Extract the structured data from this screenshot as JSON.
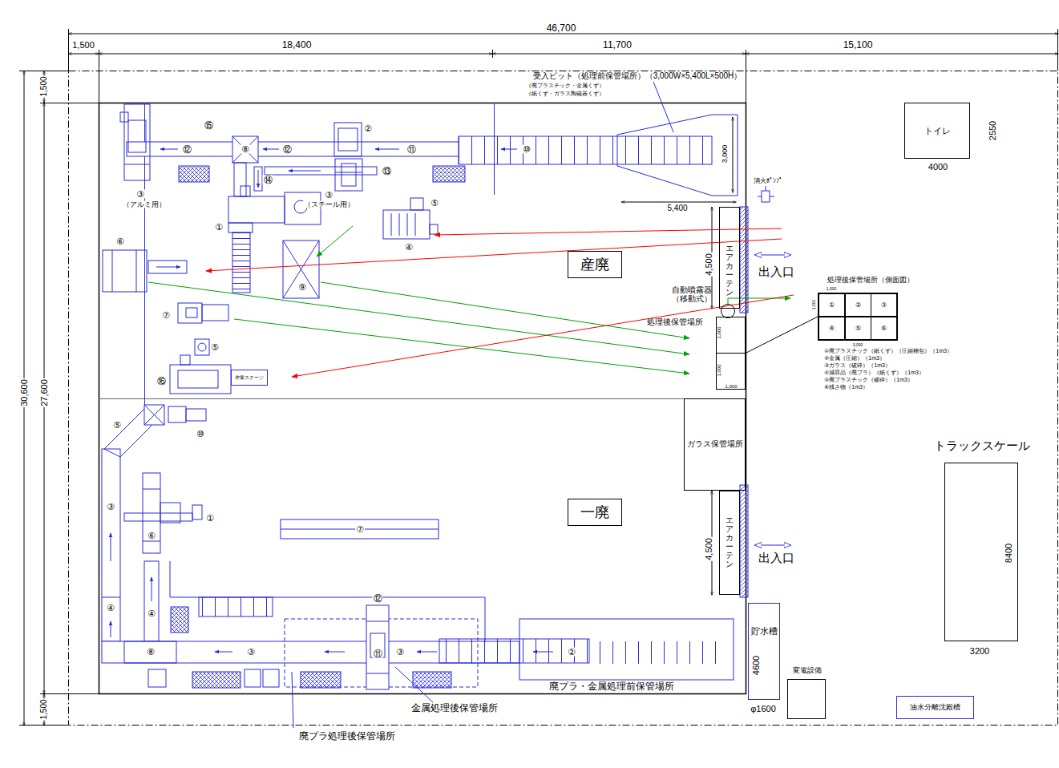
{
  "diagram": {
    "nodes": [
      {
        "text": [
          "トイレ"
        ]
      },
      {
        "text": [
          "エアカーテン"
        ]
      },
      {
        "text": [
          "産廃"
        ]
      },
      {
        "text": [
          "自動噴霧器 （移動式）"
        ]
      },
      {
        "text": [
          "処理後保管場所"
        ]
      },
      {
        "text": [
          "処理後保管場所（側面図）"
        ]
      },
      {
        "text": [
          "①"
        ],
        "in": 5
      },
      {
        "text": [
          "②"
        ],
        "in": 5
      },
      {
        "text": [
          "③"
        ],
        "in": 5
      },
      {
        "text": [
          "④"
        ],
        "in": 5
      },
      {
        "text": [
          "⑤"
        ],
        "in": 5
      },
      {
        "text": [
          "⑥"
        ],
        "in": 5
      },
      {
        "text": [
          "作業ステージ"
        ]
      },
      {
        "text": [
          "ガラス保管場所"
        ]
      },
      {
        "text": [
          "一廃"
        ]
      },
      {
        "text": [
          "エアカーテン"
        ]
      },
      {
        "text": [
          "トラックスケール"
        ]
      },
      {
        "text": [
          "貯水槽"
        ]
      },
      {
        "text": [
          "変電設備"
        ]
      },
      {
        "text": [
          "油水分離沈殿槽"
        ]
      }
    ],
    "edges": [
      {
        "from": 4,
        "to": 5,
        "arrow": "none"
      }
    ],
    "labels": [
      "46,700",
      "1,500",
      "18,400",
      "11,700",
      "15,100",
      "30,600",
      "1,500",
      "27,600",
      "1,500",
      "受入ピット（処理前保管場所）（3,000W×5,400L×500H）",
      "（廃プラスチック・金属くず）",
      "（紙くず・ガラス陶磁器くず）",
      "3,000",
      "5,400",
      "⑮",
      "②",
      "⑪",
      "⑩",
      "⑫",
      "⑧",
      "⑫",
      "⑬",
      "⑭",
      "③",
      "（アルミ用）",
      "①",
      "③",
      "（スチール用）",
      "⑤",
      "④",
      "⑥",
      "⑨",
      "⑦",
      "⑤",
      "⑯",
      "消火ﾎﾟﾝﾌﾟ",
      "出入口",
      "4,500",
      "1,000",
      "1,000",
      "1,000",
      "1,000",
      "1,000",
      "3,000",
      "①廃プラスチック（紙くず）（圧縮梱包）（1m3）",
      "②金属（圧縮）（1m3）",
      "③ガラス（破砕）（1m3）",
      "④減容品（廃プラ）（紙くず）（1m3）",
      "⑤廃プラスチック（破砕）（1m3）",
      "⑥残さ物（1m3）",
      "⑤",
      "⑩",
      "③",
      "①",
      "⑥",
      "⑦",
      "④",
      "④",
      "⑫",
      "⑧",
      "③",
      "⑪",
      "③",
      "②",
      "出入口",
      "4,500",
      "廃プラ・金属処理前保管場所",
      "金属処理後保管場所",
      "廃プラ処理後保管場所",
      "4000",
      "2550",
      "8400",
      "3200",
      "4600",
      "φ1600"
    ]
  }
}
